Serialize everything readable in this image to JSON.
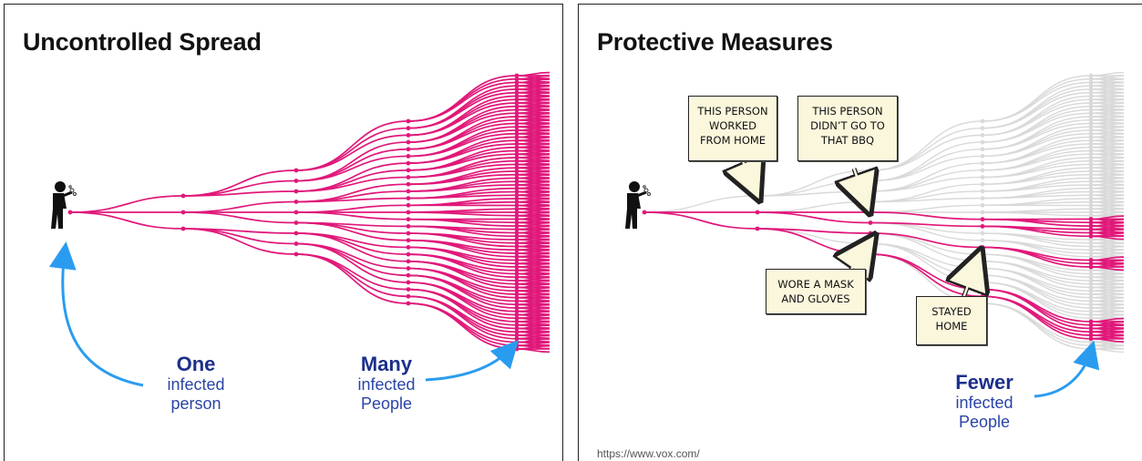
{
  "left_panel": {
    "title": "Uncontrolled Spread",
    "label_one": {
      "big": "One",
      "line1": "infected",
      "line2": "person"
    },
    "label_many": {
      "big": "Many",
      "line1": "infected",
      "line2": "People"
    }
  },
  "right_panel": {
    "title": "Protective Measures",
    "callouts": {
      "worked_from_home": "THIS PERSON\nWORKED\nFROM HOME",
      "didnt_go_bbq": "THIS PERSON\nDIDN’T GO TO\nTHAT BBQ",
      "mask_gloves": "WORE A MASK\nAND GLOVES",
      "stayed_home": "STAYED\nHOME"
    },
    "label_fewer": {
      "big": "Fewer",
      "line1": "infected",
      "line2": "People"
    },
    "source": "https://www.vox.com/"
  },
  "colors": {
    "infected": "#e0187a",
    "protected": "#d9d9d9",
    "arrow": "#2a9cf0",
    "label": "#1c2f8c",
    "callout_bg": "#fbf7dc"
  },
  "icons": [
    "person-sneezing-icon",
    "curved-arrow-icon"
  ]
}
